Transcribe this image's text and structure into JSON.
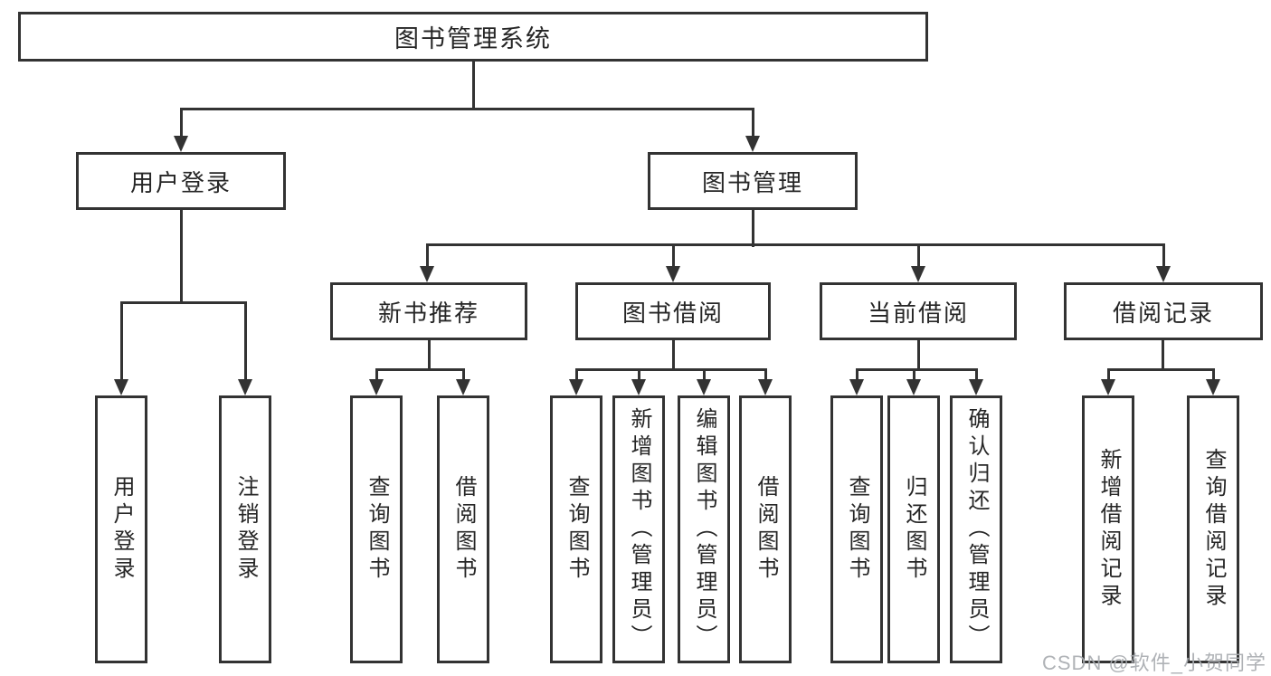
{
  "diagram": {
    "title": "图书管理系统",
    "level2": {
      "user_login": "用户登录",
      "book_management": "图书管理"
    },
    "level3": {
      "new_book_recommend": "新书推荐",
      "book_borrow": "图书借阅",
      "current_borrow": "当前借阅",
      "borrow_records": "借阅记录"
    },
    "leaves": {
      "user_login": "用户登录",
      "logout": "注销登录",
      "query_books_recommend": "查询图书",
      "borrow_books_recommend": "借阅图书",
      "query_books_borrow": "查询图书",
      "add_books_admin": "新增图书（管理员）",
      "edit_books_admin": "编辑图书（管理员）",
      "borrow_books_borrow": "借阅图书",
      "query_books_current": "查询图书",
      "return_books": "归还图书",
      "confirm_return_admin": "确认归还（管理员）",
      "add_borrow_record": "新增借阅记录",
      "query_borrow_record": "查询借阅记录"
    },
    "watermark": "CSDN @软件_小贺同学",
    "colors": {
      "line": "#333333",
      "text": "#262626",
      "watermark": "#a8abb0",
      "background": "#ffffff"
    }
  }
}
